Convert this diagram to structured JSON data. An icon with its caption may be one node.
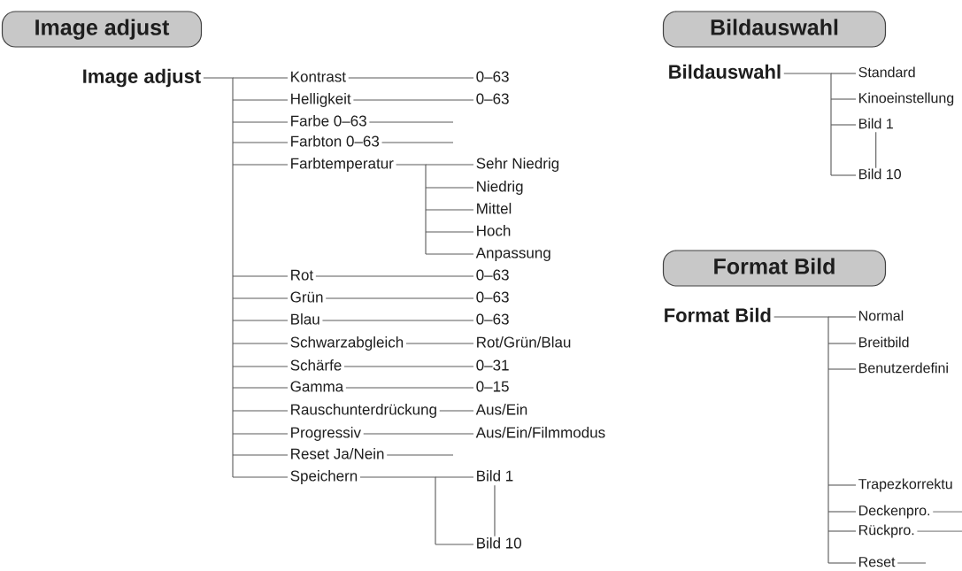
{
  "diagram": {
    "nodes": [
      {
        "text": [
          "Image adjust"
        ]
      },
      {
        "text": [
          "Image adjust"
        ]
      },
      {
        "text": [
          "Kontrast"
        ]
      },
      {
        "text": [
          "0–63"
        ]
      },
      {
        "text": [
          "Helligkeit"
        ]
      },
      {
        "text": [
          "0–63"
        ]
      },
      {
        "text": [
          "Farbe 0–63"
        ]
      },
      {
        "text": [
          "Farbton 0–63"
        ]
      },
      {
        "text": [
          "Farbtemperatur"
        ]
      },
      {
        "text": [
          "Sehr Niedrig"
        ]
      },
      {
        "text": [
          "Niedrig"
        ]
      },
      {
        "text": [
          "Mittel"
        ]
      },
      {
        "text": [
          "Hoch"
        ]
      },
      {
        "text": [
          "Anpassung"
        ]
      },
      {
        "text": [
          "Rot"
        ]
      },
      {
        "text": [
          "0–63"
        ]
      },
      {
        "text": [
          "Grün"
        ]
      },
      {
        "text": [
          "0–63"
        ]
      },
      {
        "text": [
          "Blau"
        ]
      },
      {
        "text": [
          "0–63"
        ]
      },
      {
        "text": [
          "Schwarzabgleich"
        ]
      },
      {
        "text": [
          "Rot/Grün/Blau"
        ]
      },
      {
        "text": [
          "Schärfe"
        ]
      },
      {
        "text": [
          "0–31"
        ]
      },
      {
        "text": [
          "Gamma"
        ]
      },
      {
        "text": [
          "0–15"
        ]
      },
      {
        "text": [
          "Rauschunterdrückung"
        ]
      },
      {
        "text": [
          "Aus/Ein"
        ]
      },
      {
        "text": [
          "Progressiv"
        ]
      },
      {
        "text": [
          "Aus/Ein/Filmmodus"
        ]
      },
      {
        "text": [
          "Reset Ja/Nein"
        ]
      },
      {
        "text": [
          "Speichern"
        ]
      },
      {
        "text": [
          "Bild 1"
        ]
      },
      {
        "text": [
          "Bild 10"
        ]
      },
      {
        "text": [
          "Bildauswahl"
        ]
      },
      {
        "text": [
          "Bildauswahl"
        ]
      },
      {
        "text": [
          "Standard"
        ]
      },
      {
        "text": [
          "Kinoeinstellung"
        ]
      },
      {
        "text": [
          "Bild 1"
        ]
      },
      {
        "text": [
          "Bild 10"
        ]
      },
      {
        "text": [
          "Format Bild"
        ]
      },
      {
        "text": [
          "Format Bild"
        ]
      },
      {
        "text": [
          "Normal"
        ]
      },
      {
        "text": [
          "Breitbild"
        ]
      },
      {
        "text": [
          "Benutzerdefini"
        ]
      },
      {
        "text": [
          "Trapezkorrektu"
        ]
      },
      {
        "text": [
          "Deckenpro."
        ]
      },
      {
        "text": [
          "Rückpro."
        ]
      },
      {
        "text": [
          "Reset"
        ]
      }
    ],
    "edges": [
      {
        "from": 1,
        "to": 2,
        "arrow": "none"
      },
      {
        "from": 1,
        "to": 4,
        "arrow": "none"
      },
      {
        "from": 1,
        "to": 6,
        "arrow": "none"
      },
      {
        "from": 1,
        "to": 7,
        "arrow": "none"
      },
      {
        "from": 1,
        "to": 8,
        "arrow": "none"
      },
      {
        "from": 1,
        "to": 14,
        "arrow": "none"
      },
      {
        "from": 1,
        "to": 16,
        "arrow": "none"
      },
      {
        "from": 1,
        "to": 18,
        "arrow": "none"
      },
      {
        "from": 1,
        "to": 20,
        "arrow": "none"
      },
      {
        "from": 1,
        "to": 22,
        "arrow": "none"
      },
      {
        "from": 1,
        "to": 24,
        "arrow": "none"
      },
      {
        "from": 1,
        "to": 26,
        "arrow": "none"
      },
      {
        "from": 1,
        "to": 28,
        "arrow": "none"
      },
      {
        "from": 1,
        "to": 30,
        "arrow": "none"
      },
      {
        "from": 1,
        "to": 31,
        "arrow": "none"
      },
      {
        "from": 2,
        "to": 3,
        "arrow": "none"
      },
      {
        "from": 4,
        "to": 5,
        "arrow": "none"
      },
      {
        "from": 6,
        "to": null,
        "arrow": "none"
      },
      {
        "from": 7,
        "to": null,
        "arrow": "none"
      },
      {
        "from": 8,
        "to": 9,
        "arrow": "none"
      },
      {
        "from": 8,
        "to": 10,
        "arrow": "none"
      },
      {
        "from": 8,
        "to": 11,
        "arrow": "none"
      },
      {
        "from": 8,
        "to": 12,
        "arrow": "none"
      },
      {
        "from": 8,
        "to": 13,
        "arrow": "none"
      },
      {
        "from": 14,
        "to": 15,
        "arrow": "none"
      },
      {
        "from": 16,
        "to": 17,
        "arrow": "none"
      },
      {
        "from": 18,
        "to": 19,
        "arrow": "none"
      },
      {
        "from": 20,
        "to": 21,
        "arrow": "none"
      },
      {
        "from": 22,
        "to": 23,
        "arrow": "none"
      },
      {
        "from": 24,
        "to": 25,
        "arrow": "none"
      },
      {
        "from": 26,
        "to": 27,
        "arrow": "none"
      },
      {
        "from": 28,
        "to": 29,
        "arrow": "none"
      },
      {
        "from": 30,
        "to": null,
        "arrow": "none"
      },
      {
        "from": 31,
        "to": 32,
        "arrow": "none"
      },
      {
        "from": 31,
        "to": 33,
        "arrow": "none"
      },
      {
        "from": 32,
        "to": 33,
        "arrow": "none"
      },
      {
        "from": 35,
        "to": 36,
        "arrow": "none"
      },
      {
        "from": 35,
        "to": 37,
        "arrow": "none"
      },
      {
        "from": 35,
        "to": 38,
        "arrow": "none"
      },
      {
        "from": 35,
        "to": 39,
        "arrow": "none"
      },
      {
        "from": 38,
        "to": 39,
        "arrow": "none"
      },
      {
        "from": 41,
        "to": 42,
        "arrow": "none"
      },
      {
        "from": 41,
        "to": 43,
        "arrow": "none"
      },
      {
        "from": 41,
        "to": 44,
        "arrow": "none"
      },
      {
        "from": 41,
        "to": 45,
        "arrow": "none"
      },
      {
        "from": 41,
        "to": 46,
        "arrow": "none"
      },
      {
        "from": 41,
        "to": 47,
        "arrow": "none"
      },
      {
        "from": 41,
        "to": 48,
        "arrow": "none"
      },
      {
        "from": 46,
        "to": null,
        "arrow": "none"
      },
      {
        "from": 47,
        "to": null,
        "arrow": "none"
      },
      {
        "from": 48,
        "to": null,
        "arrow": "none"
      }
    ]
  }
}
